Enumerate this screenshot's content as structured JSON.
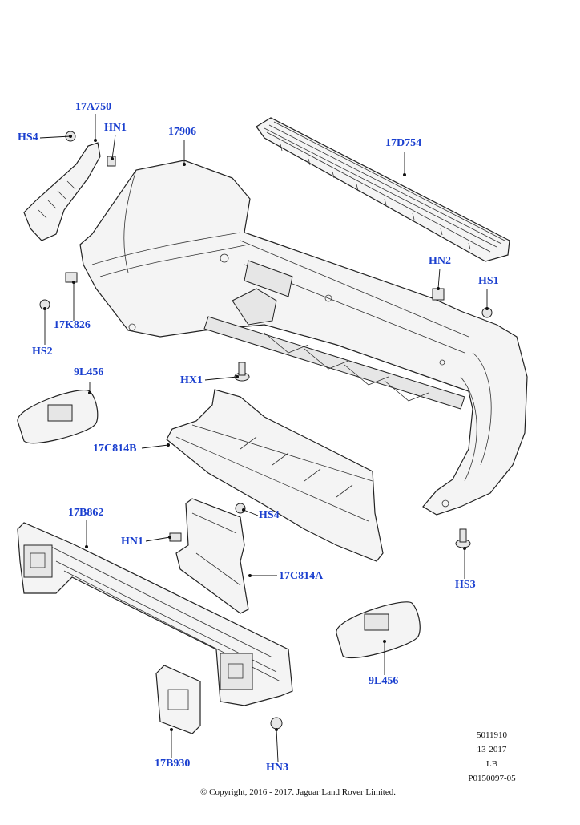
{
  "callouts": {
    "c17A750": "17A750",
    "cHS4a": "HS4",
    "cHN1a": "HN1",
    "c17906": "17906",
    "c17D754": "17D754",
    "cHN2": "HN2",
    "cHS1": "HS1",
    "c17K826": "17K826",
    "cHS2": "HS2",
    "c9L456a": "9L456",
    "cHX1": "HX1",
    "c17C814B": "17C814B",
    "c17B862": "17B862",
    "cHS4b": "HS4",
    "cHN1b": "HN1",
    "c17C814A": "17C814A",
    "cHS3": "HS3",
    "c9L456b": "9L456",
    "c17B930": "17B930",
    "cHN3": "HN3"
  },
  "meta": {
    "code": "5011910",
    "date": "13-2017",
    "region": "LB",
    "ref": "P0150097-05"
  },
  "copyright": "© Copyright, 2016 - 2017. Jaguar Land Rover Limited."
}
